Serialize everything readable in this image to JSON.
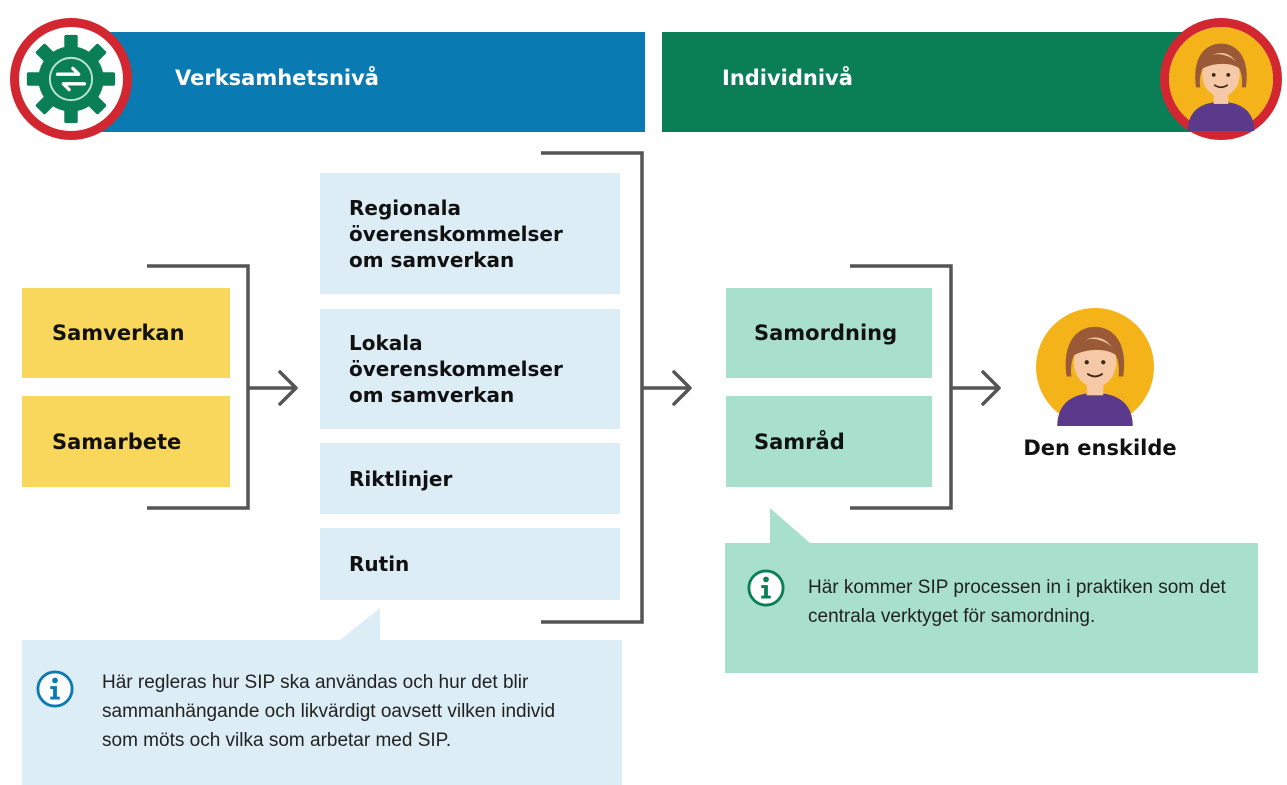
{
  "header": {
    "left_title": "Verksamhetsnivå",
    "right_title": "Individnivå",
    "left_icon": "gear-cycle-icon",
    "right_icon": "person-avatar-icon"
  },
  "colors": {
    "blue": "#0a7ab2",
    "green": "#0a7f56",
    "red_ring": "#d22630",
    "yellow": "#f9d75c",
    "light_blue": "#dcedf5",
    "light_green": "#a9e0cd"
  },
  "collaboration": {
    "items": [
      "Samverkan",
      "Samarbete"
    ]
  },
  "agreements": {
    "items": [
      "Regionala\növerenskommelser\nom samverkan",
      "Lokala\növerenskommelser\nom samverkan",
      "Riktlinjer",
      "Rutin"
    ]
  },
  "coordination": {
    "items": [
      "Samordning",
      "Samråd"
    ]
  },
  "person": {
    "label": "Den enskilde",
    "icon": "person-avatar-icon"
  },
  "info_left": {
    "icon": "info-icon",
    "text": "Här regleras hur SIP ska användas och hur det blir sammanhängande och likvärdigt oavsett vilken individ som möts och vilka som arbetar med SIP."
  },
  "info_right": {
    "icon": "info-icon",
    "text": "Här kommer SIP processen in i praktiken som det centrala verktyget för samordning."
  }
}
